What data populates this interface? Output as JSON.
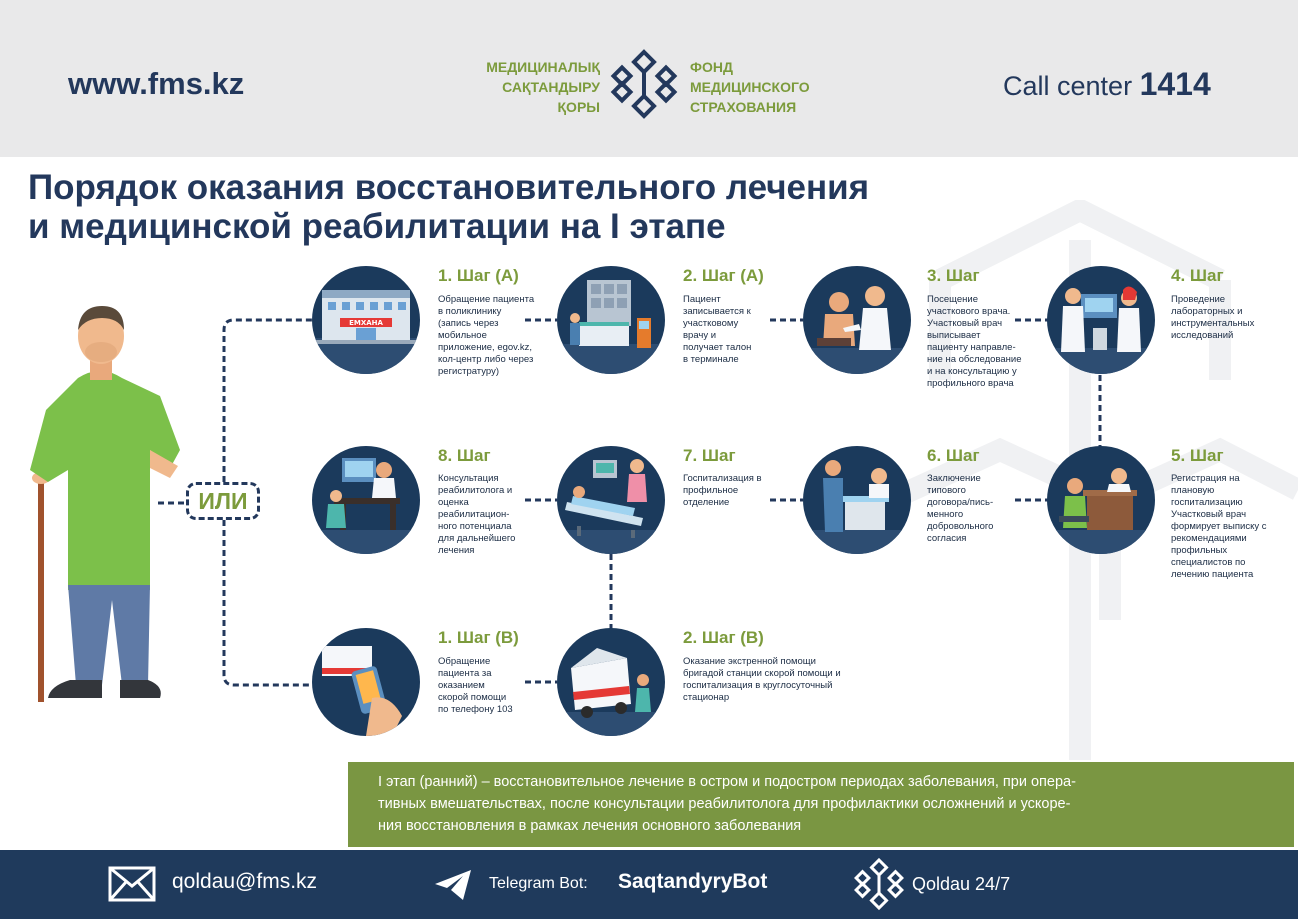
{
  "header": {
    "website": "www.fms.kz",
    "logo_kz": [
      "МЕДИЦИНАЛЫҚ",
      "САҚТАНДЫРУ",
      "ҚОРЫ"
    ],
    "logo_ru": [
      "ФОНД",
      "МЕДИЦИНСКОГО",
      "СТРАХОВАНИЯ"
    ],
    "call_center_label": "Call center",
    "call_center_number": "1414"
  },
  "title_lines": [
    "Порядок оказания восстановительного лечения",
    "и медицинской реабилитации на I этапе"
  ],
  "or_label": "ИЛИ",
  "clinic_sign": "ЕМХАНА",
  "steps": [
    {
      "title": "1. Шаг (А)",
      "desc": [
        "Обращение пациента",
        "в поликлинику",
        "(запись через",
        "мобильное",
        "приложение, egov.kz,",
        "кол-центр либо через",
        "регистратуру)"
      ]
    },
    {
      "title": "2. Шаг (А)",
      "desc": [
        "Пациент",
        "записывается к",
        "участковому",
        "врачу и",
        "получает талон",
        "в терминале"
      ]
    },
    {
      "title": "3. Шаг",
      "desc": [
        "Посещение",
        "участкового врача.",
        "Участковый врач",
        "выписывает",
        "пациенту направле-",
        "ние на обследование",
        "и на консультацию у",
        "профильного врача"
      ]
    },
    {
      "title": "4. Шаг",
      "desc": [
        "Проведение",
        "лабораторных и",
        "инструментальных",
        "исследований"
      ]
    },
    {
      "title": "5. Шаг",
      "desc": [
        "Регистрация на",
        "плановую",
        "госпитализацию",
        "Участковый врач",
        "формирует выписку с",
        "рекомендациями",
        "профильных",
        "специалистов по",
        "лечению пациента"
      ]
    },
    {
      "title": "6. Шаг",
      "desc": [
        "Заключение",
        "типового",
        "договора/пись-",
        "менного",
        "добровольного",
        "согласия"
      ]
    },
    {
      "title": "7. Шаг",
      "desc": [
        "Госпитализация в",
        "профильное",
        "отделение"
      ]
    },
    {
      "title": "8. Шаг",
      "desc": [
        "Консультация",
        "реабилитолога и",
        "оценка",
        "реабилитацион-",
        "ного потенциала",
        "для дальнейшего",
        "лечения"
      ]
    },
    {
      "title": "1. Шаг (В)",
      "desc": [
        "Обращение",
        "пациента за",
        "оказанием",
        "скорой помощи",
        "по телефону 103"
      ]
    },
    {
      "title": "2. Шаг (В)",
      "desc": [
        "Оказание экстренной помощи",
        "бригадой станции скорой помощи и",
        "госпитализация в круглосуточный",
        "стационар"
      ]
    }
  ],
  "banner_lines": [
    "I этап (ранний) – восстановительное лечение в остром и подостром периодах заболевания, при опера-",
    "тивных вмешательствах, после консультации реабилитолога для профилактики осложнений и ускоре-",
    "ния восстановления в рамках лечения основного заболевания"
  ],
  "footer": {
    "email": "qoldau@fms.kz",
    "telegram_label": "Telegram Bot:",
    "telegram_bot": "SaqtandyryBot",
    "qoldau": "Qoldau 24/7"
  },
  "colors": {
    "navy": "#1f3a5c",
    "green": "#7c9b3c",
    "banner_green": "#7a9642",
    "header_gray": "#e9e9ea"
  }
}
